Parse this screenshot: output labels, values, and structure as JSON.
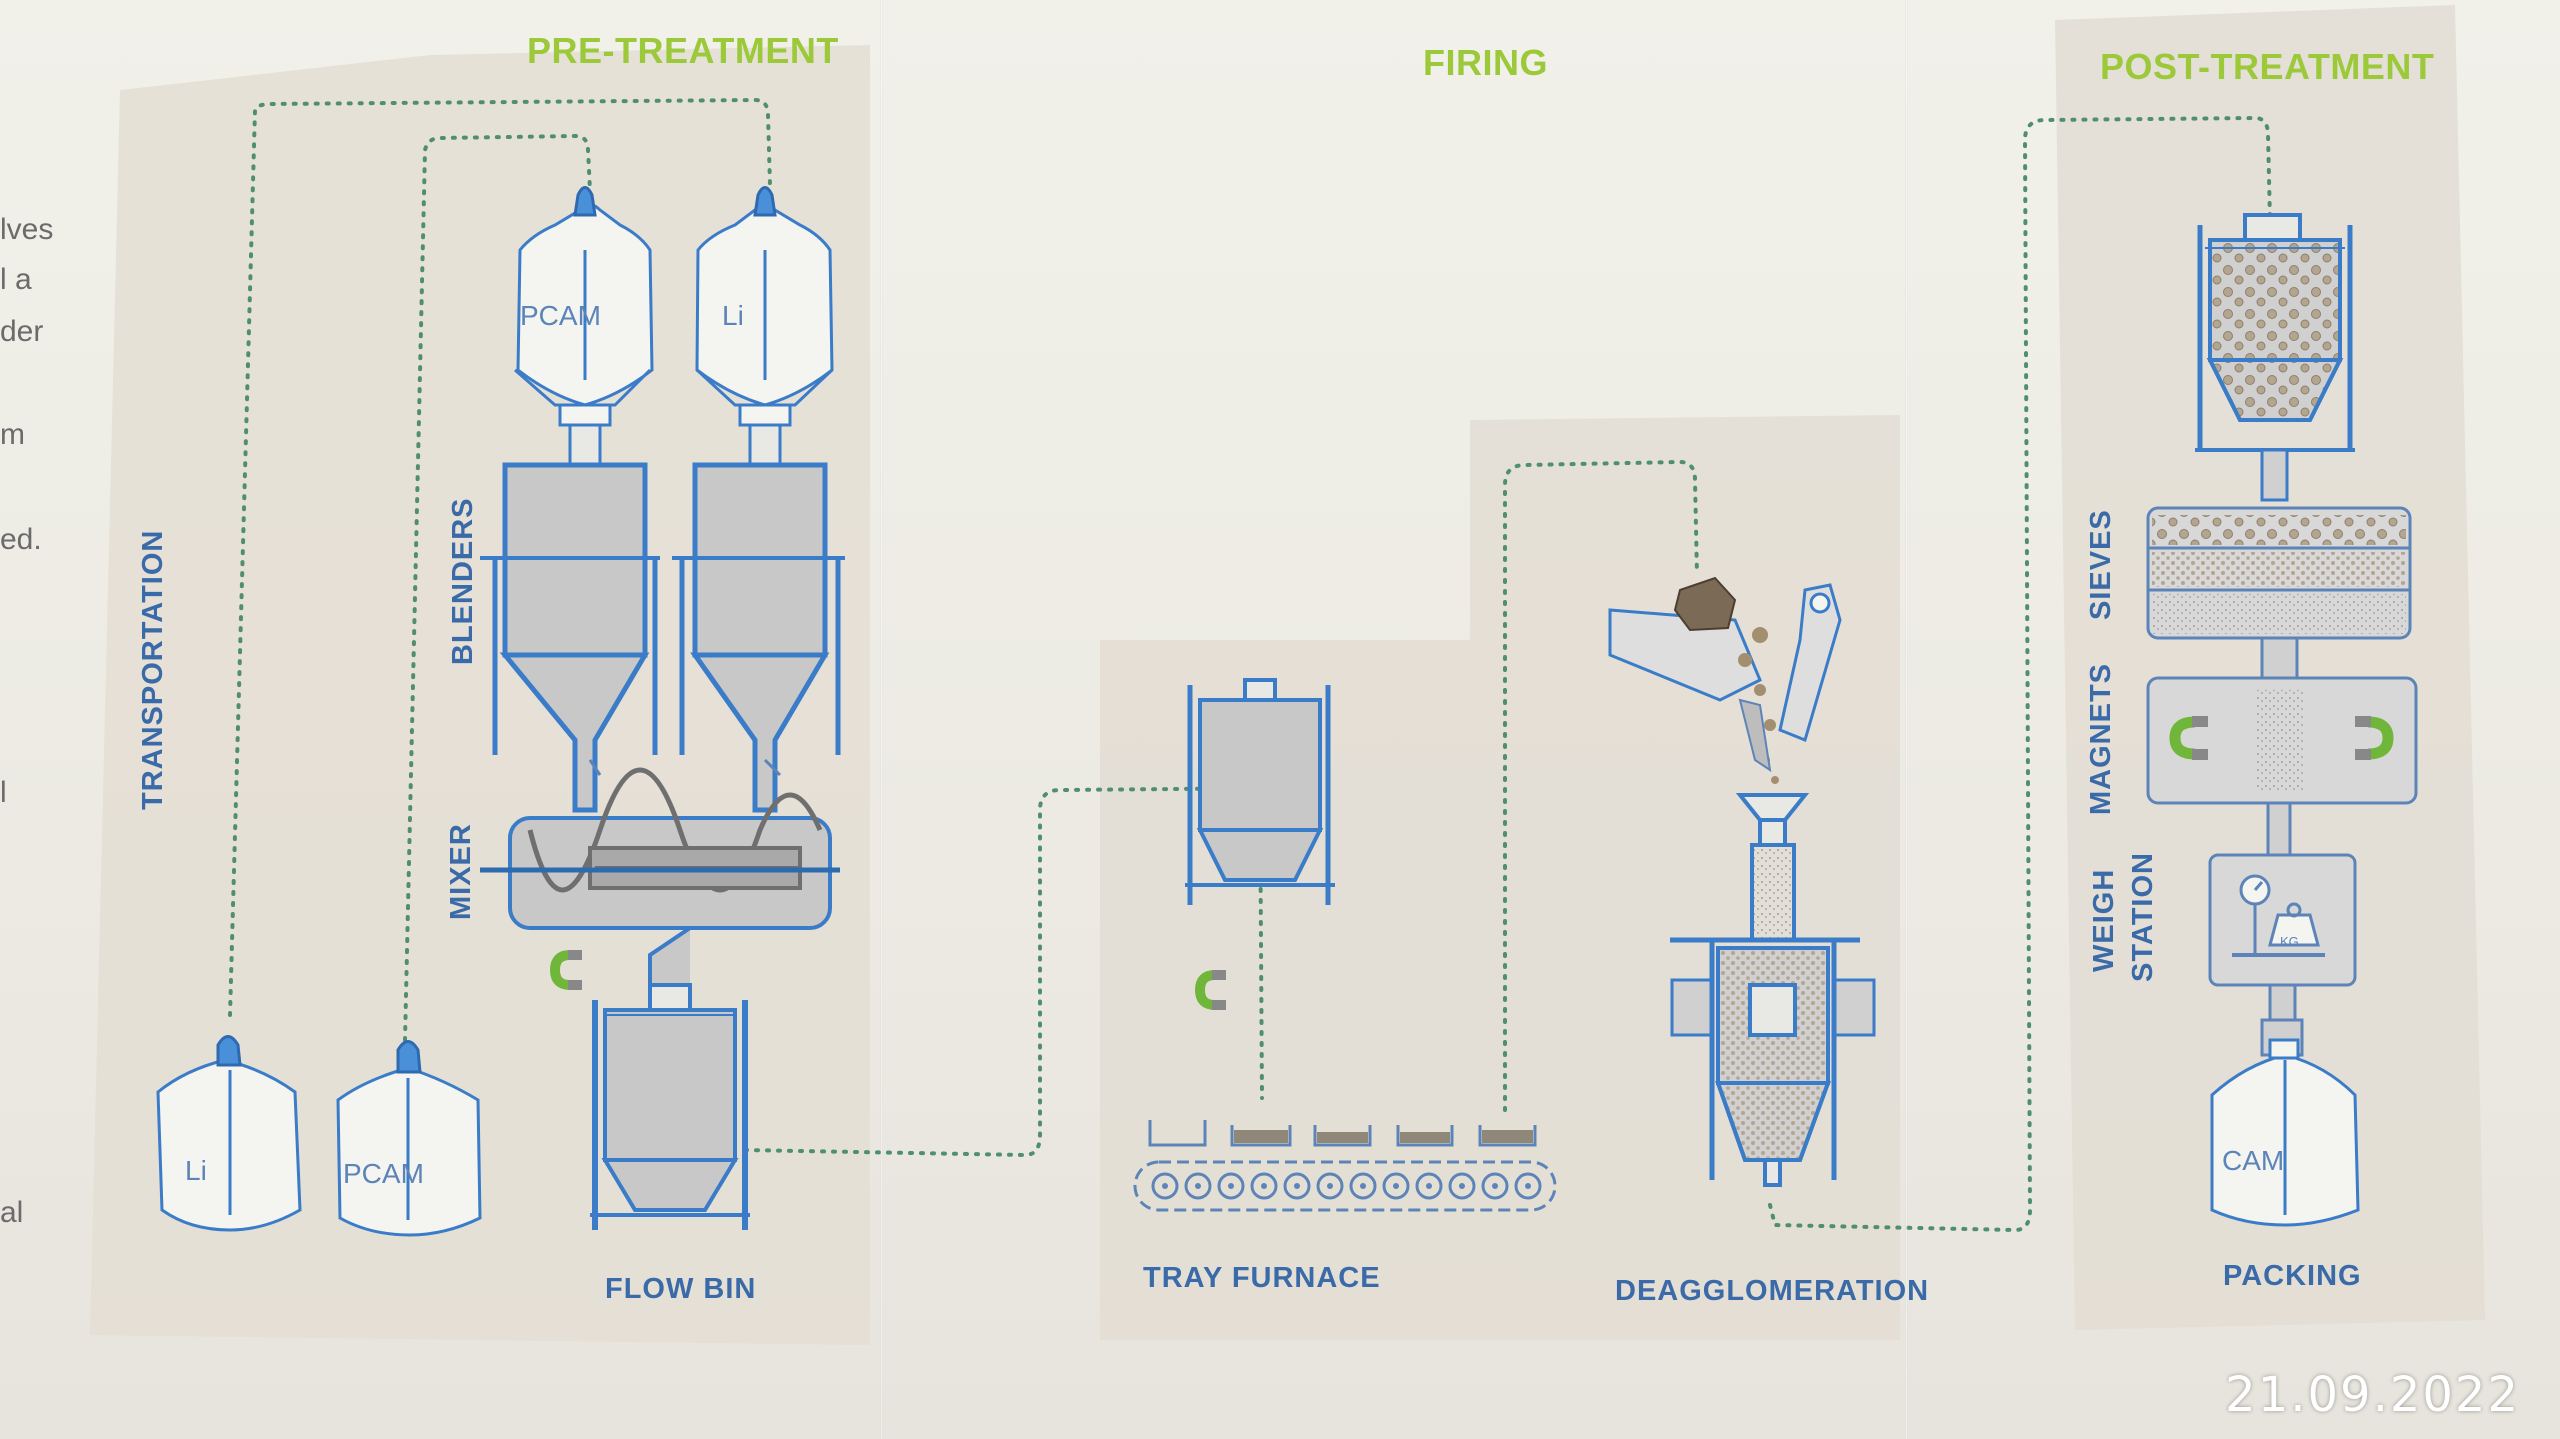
{
  "sections": {
    "pre_treatment": "PRE-TREATMENT",
    "firing": "FIRING",
    "post_treatment": "POST-TREATMENT"
  },
  "labels": {
    "transportation": "TRANSPORTATION",
    "blenders": "BLENDERS",
    "mixer": "MIXER",
    "flow_bin": "FLOW BIN",
    "tray_furnace": "TRAY  FURNACE",
    "deagglomeration": "DEAGGLOMERATION",
    "sieves": "SIEVES",
    "magnets": "MAGNETS",
    "weigh_station_1": "WEIGH",
    "weigh_station_2": "STATION",
    "packing": "PACKING"
  },
  "containers": {
    "top_left": "PCAM",
    "top_right": "Li",
    "bottom_left": "Li",
    "bottom_right": "PCAM",
    "packing_bag": "CAM",
    "scale_weight": "KG"
  },
  "edge_text": [
    "lves",
    "l a",
    "der",
    "m",
    "ed.",
    "l",
    "al"
  ],
  "date_stamp": "21.09.2022",
  "colors": {
    "accent_green": "#9cc93a",
    "line_blue": "#3a7cc8",
    "label_blue": "#3a6aa8",
    "panel": "#e3ddd3",
    "dotted_green": "#4f8f6f"
  }
}
